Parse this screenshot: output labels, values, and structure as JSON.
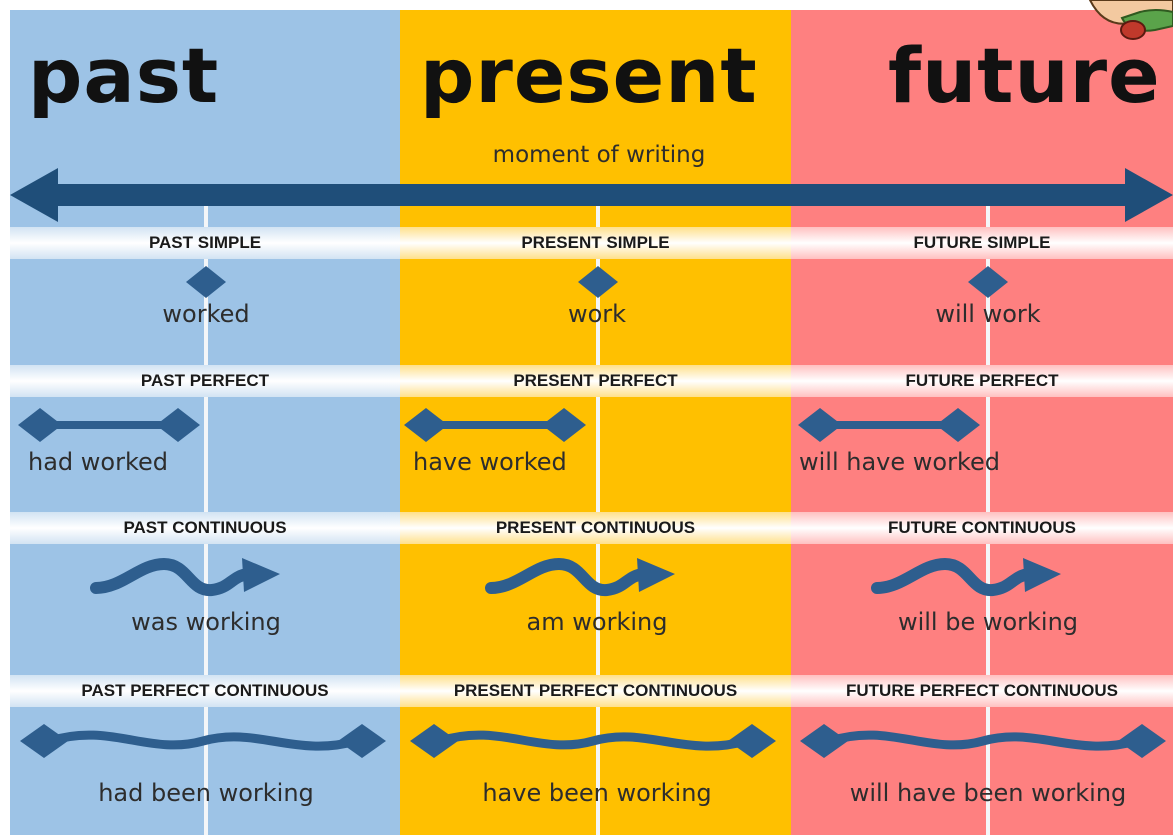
{
  "columns": {
    "past": "past",
    "present": "present",
    "future": "future"
  },
  "timeline_label": "moment of writing",
  "tenses": {
    "simple": {
      "past": {
        "name": "PAST SIMPLE",
        "form": "worked"
      },
      "present": {
        "name": "PRESENT SIMPLE",
        "form": "work"
      },
      "future": {
        "name": "FUTURE SIMPLE",
        "form": "will work"
      }
    },
    "perfect": {
      "past": {
        "name": "PAST PERFECT",
        "form": "had worked"
      },
      "present": {
        "name": "PRESENT PERFECT",
        "form": "have worked"
      },
      "future": {
        "name": "FUTURE PERFECT",
        "form": "will have worked"
      }
    },
    "continuous": {
      "past": {
        "name": "PAST CONTINUOUS",
        "form": "was working"
      },
      "present": {
        "name": "PRESENT CONTINUOUS",
        "form": "am working"
      },
      "future": {
        "name": "FUTURE CONTINUOUS",
        "form": "will be working"
      }
    },
    "perfect_continuous": {
      "past": {
        "name": "PAST PERFECT CONTINUOUS",
        "form": "had been working"
      },
      "present": {
        "name": "PRESENT PERFECT CONTINUOUS",
        "form": "have been working"
      },
      "future": {
        "name": "FUTURE PERFECT CONTINUOUS",
        "form": "will have been working"
      }
    }
  },
  "colors": {
    "past": "#9dc3e6",
    "present": "#ffc000",
    "future": "#fe8080",
    "marker": "#2e5e8e",
    "timeline": "#1f4e79"
  },
  "icons": {
    "point": "diamond-icon",
    "span": "double-headed-arrow-icon",
    "ongoing": "wavy-arrow-icon",
    "ongoing_span": "wavy-double-headed-arrow-icon"
  }
}
